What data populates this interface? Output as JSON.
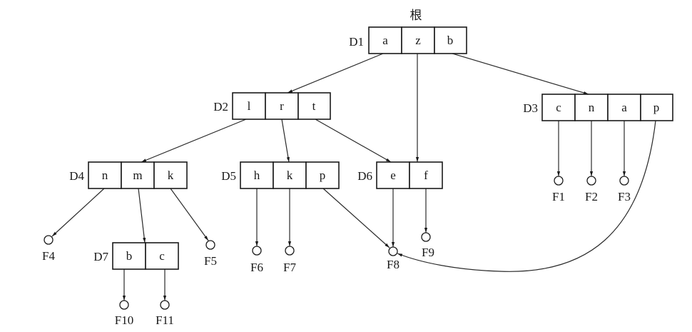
{
  "root_label": "根",
  "nodes": {
    "D1": {
      "name": "D1",
      "keys": [
        "a",
        "z",
        "b"
      ]
    },
    "D2": {
      "name": "D2",
      "keys": [
        "l",
        "r",
        "t"
      ]
    },
    "D3": {
      "name": "D3",
      "keys": [
        "c",
        "n",
        "a",
        "p"
      ]
    },
    "D4": {
      "name": "D4",
      "keys": [
        "n",
        "m",
        "k"
      ]
    },
    "D5": {
      "name": "D5",
      "keys": [
        "h",
        "k",
        "p"
      ]
    },
    "D6": {
      "name": "D6",
      "keys": [
        "e",
        "f"
      ]
    },
    "D7": {
      "name": "D7",
      "keys": [
        "b",
        "c"
      ]
    }
  },
  "leaves": [
    "F1",
    "F2",
    "F3",
    "F4",
    "F5",
    "F6",
    "F7",
    "F8",
    "F9",
    "F10",
    "F11"
  ],
  "colors": {
    "ink": "#1a1a1a",
    "background": "#ffffff"
  }
}
